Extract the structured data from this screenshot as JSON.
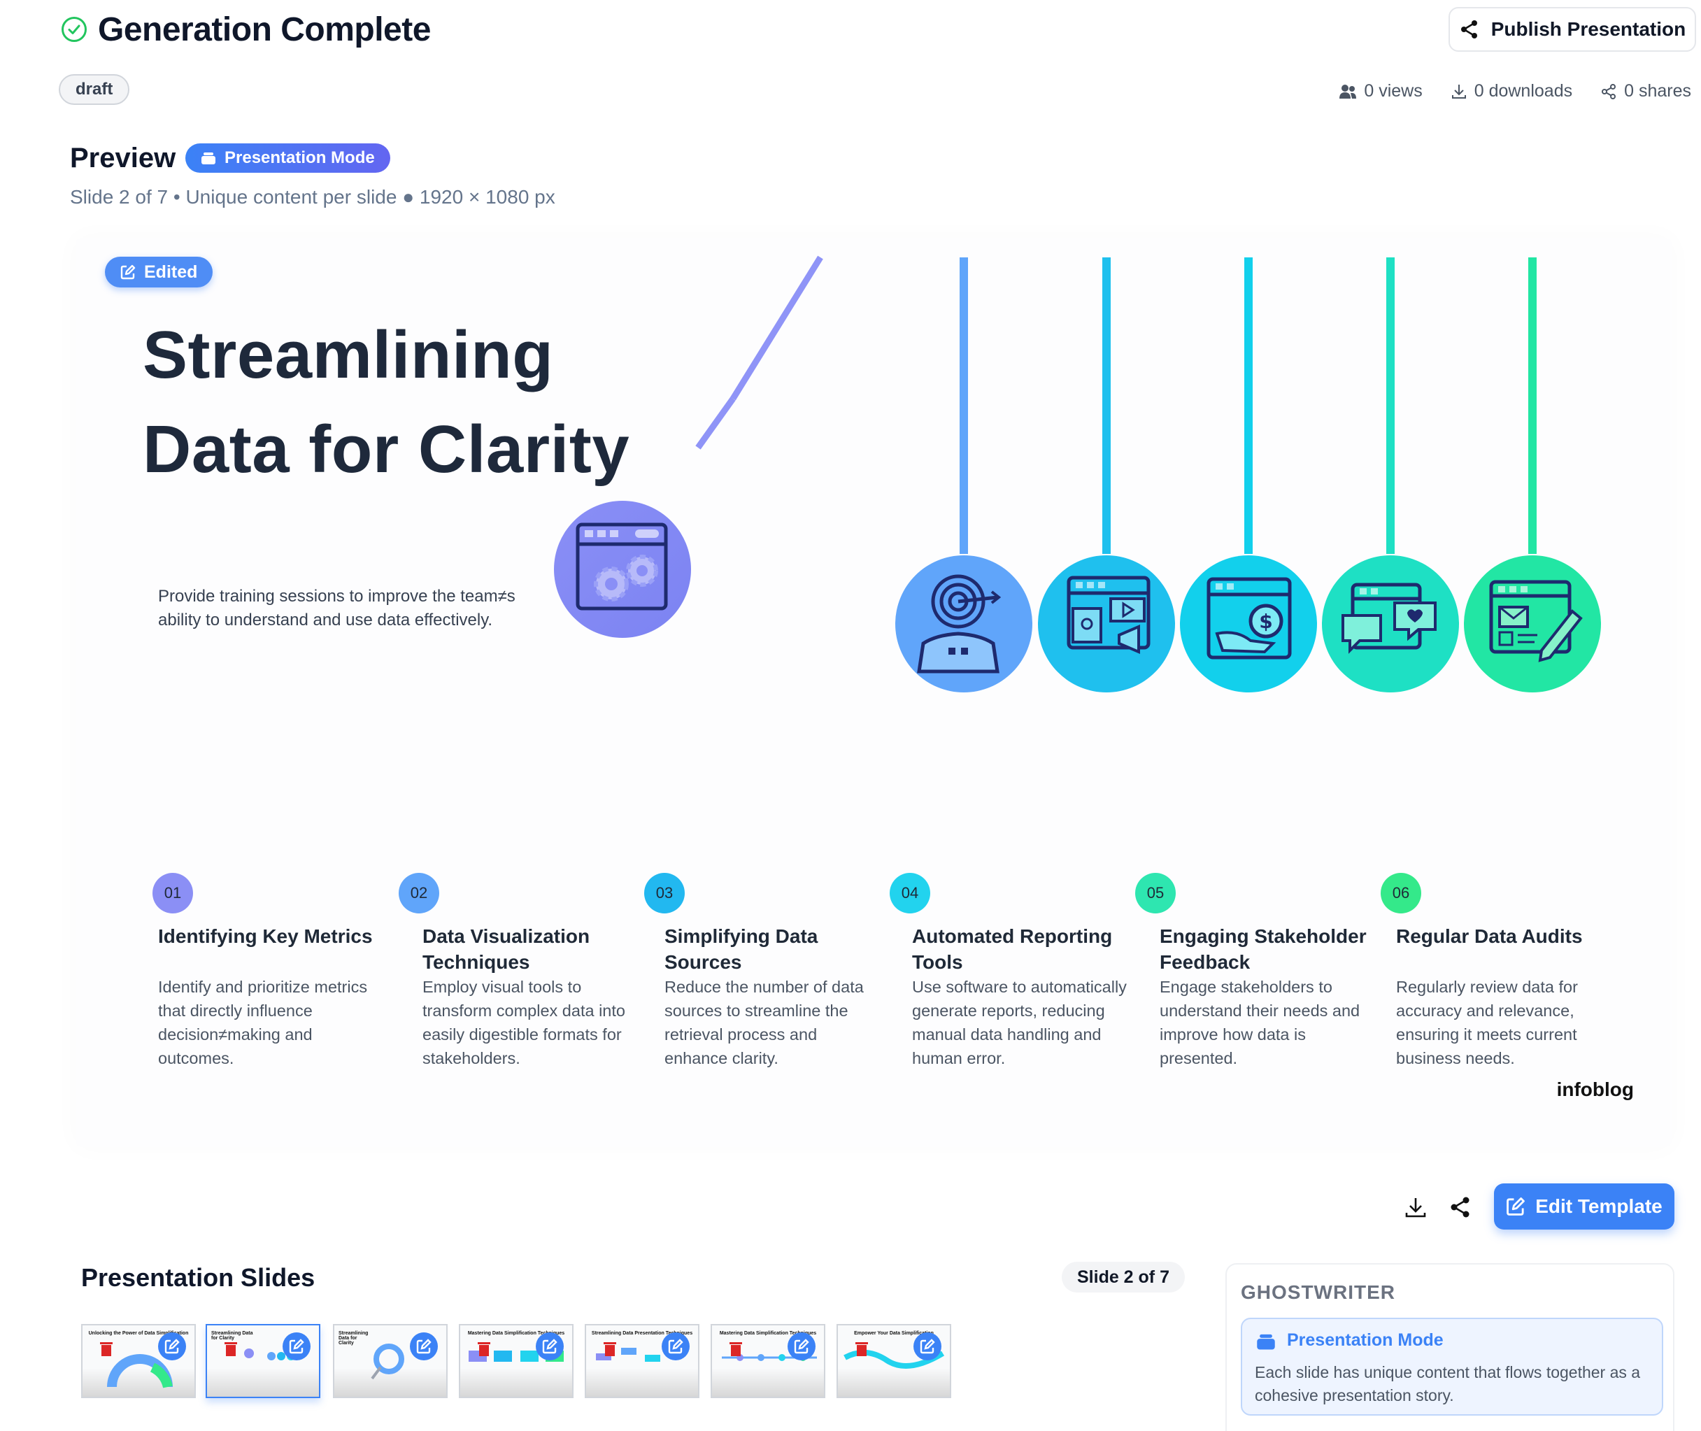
{
  "header": {
    "title": "Generation Complete",
    "status_badge": "draft",
    "publish_label": "Publish Presentation",
    "stats": {
      "views": "0 views",
      "downloads": "0 downloads",
      "shares": "0 shares"
    }
  },
  "preview": {
    "title": "Preview",
    "mode_label": "Presentation Mode",
    "subtitle": "Slide 2 of 7 • Unique content per slide ● 1920 × 1080 px"
  },
  "slide": {
    "edited_label": "Edited",
    "title": "Streamlining Data for Clarity",
    "description": "Provide training sessions to improve the team≠s ability to understand and use data effectively.",
    "steps": [
      {
        "num": "01",
        "title": "Identifying Key Metrics",
        "desc": "Identify and prioritize metrics that directly influence decision≠making and outcomes.",
        "color": "#8b8ff5"
      },
      {
        "num": "02",
        "title": "Data Visualization Techniques",
        "desc": "Employ visual tools to transform complex data into easily digestible formats for stakeholders.",
        "color": "#60a5fa"
      },
      {
        "num": "03",
        "title": "Simplifying Data Sources",
        "desc": "Reduce the number of data sources to streamline the retrieval process and enhance clarity.",
        "color": "#22b8f0"
      },
      {
        "num": "04",
        "title": "Automated Reporting Tools",
        "desc": "Use software to automatically generate reports, reducing manual data handling and human error.",
        "color": "#22d3ee"
      },
      {
        "num": "05",
        "title": "Engaging Stakeholder Feedback",
        "desc": "Engage stakeholders to understand their needs and improve how data is presented.",
        "color": "#2ee6b0"
      },
      {
        "num": "06",
        "title": "Regular Data Audits",
        "desc": "Regularly review data for accuracy and relevance, ensuring it meets current business needs.",
        "color": "#34e98a"
      }
    ],
    "brand": "infoblog",
    "icons": [
      "gears-window-icon",
      "target-person-icon",
      "media-marketing-icon",
      "payment-window-icon",
      "feedback-chat-icon",
      "design-edit-icon"
    ]
  },
  "toolbar": {
    "edit_template_label": "Edit Template"
  },
  "slides_panel": {
    "heading": "Presentation Slides",
    "count": "Slide 2 of 7",
    "thumbnails": [
      {
        "title": "Unlocking the Power of Data Simplification"
      },
      {
        "title": "Streamlining Data for Clarity"
      },
      {
        "title": "Streamlining Data for Clarity"
      },
      {
        "title": "Mastering Data Simplification Techniques"
      },
      {
        "title": "Streamlining Data Presentation Techniques"
      },
      {
        "title": "Mastering Data Simplification Techniques"
      },
      {
        "title": "Empower Your Data Simplification"
      }
    ]
  },
  "ghostwriter": {
    "title": "GHOSTWRITER",
    "card_title": "Presentation Mode",
    "card_desc": "Each slide has unique content that flows together as a cohesive presentation story."
  },
  "colors": {
    "accent": "#3b82f6",
    "success": "#22c55e"
  }
}
